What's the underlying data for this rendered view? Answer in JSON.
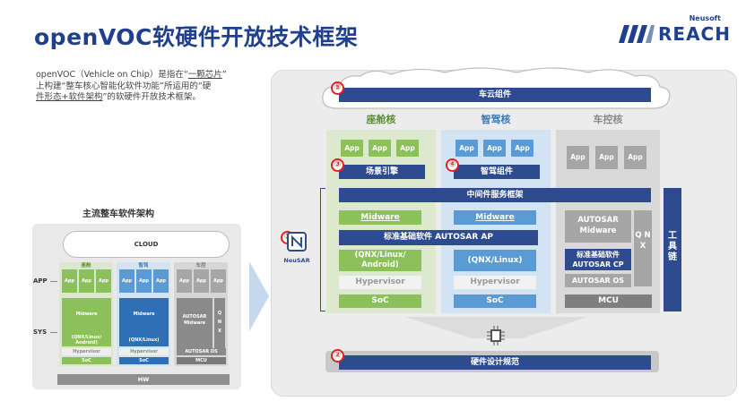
{
  "header": {
    "title": "openVOC软硬件开放技术框架",
    "logo_brand": "Neusoft",
    "logo_name": "REACH"
  },
  "intro": {
    "line1_a": "openVOC（Vehicle on Chip）是指在“",
    "line1_u": "一颗芯片",
    "line1_b": "”",
    "line2_a": "上构建“整车核心智能化软件功能”所运用的“",
    "line2_b": "硬",
    "line3_u": "件形态+软件架构",
    "line3_b": "”的软硬件开放技术框架。"
  },
  "small": {
    "title": "主流整车软件架构",
    "cloud": "CLOUD",
    "row_app": "APP",
    "row_sys": "SYS",
    "col1": "座舱",
    "col2": "智驾",
    "col3": "车控",
    "app": "App",
    "midware": "Midware",
    "qnx_android": "(QNX/Linux/ Android)",
    "qnx_linux": "(QNX/Linux)",
    "hypervisor": "Hypervisor",
    "soc": "SoC",
    "autosar_midware": "AUTOSAR Midware",
    "autosar_os": "AUTOSAR OS",
    "q": "Q",
    "n": "N",
    "x": "X",
    "mcu": "MCU",
    "hw": "HW"
  },
  "main": {
    "cloud_components": "车云组件",
    "cockpit": "座舱核",
    "ad": "智驾核",
    "ctrl": "车控核",
    "app": "App",
    "scene_engine": "场景引擎",
    "ad_components": "智驾组件",
    "middleware_framework": "中间件服务框架",
    "midware": "Midware",
    "autosar_midware": "AUTOSAR Midware",
    "autosar_ap": "标准基础软件 AUTOSAR AP",
    "autosar_cp": "标准基础软件 AUTOSAR CP",
    "qnx_android": "(QNX/Linux/ Android)",
    "qnx_linux": "(QNX/Linux)",
    "qnx_v": "Q N X",
    "autosar_os": "AUTOSAR OS",
    "hypervisor": "Hypervisor",
    "soc": "SoC",
    "mcu": "MCU",
    "toolchain": "工 具 链",
    "neusar": "NeuSAR",
    "hw_design": "硬件设计规范",
    "badges": [
      "①",
      "②",
      "③",
      "④",
      "⑤"
    ]
  },
  "colors": {
    "navy": "#2d4b8e",
    "green": "#8cc05a",
    "blue": "#5b9bd5",
    "gray": "#a6a6a6",
    "dark_gray": "#7f7f7f"
  }
}
